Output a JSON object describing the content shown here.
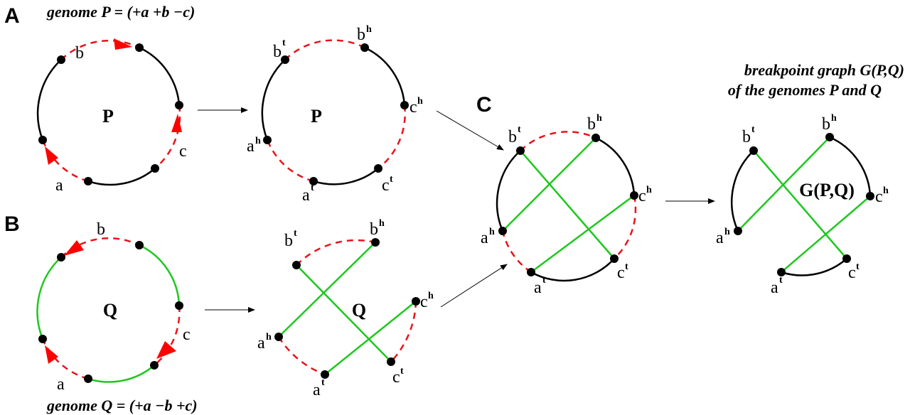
{
  "panels": {
    "a": "A",
    "b": "B",
    "c": "C"
  },
  "titles": {
    "genome_p": "genome P = (+a +b −c)",
    "genome_q": "genome Q = (+a −b +c)",
    "bp_line1": "breakpoint graph G(P,Q)",
    "bp_line2": "of the genomes P and Q"
  },
  "circle_labels": {
    "p": "P",
    "q": "Q",
    "g": "G(P,Q)"
  },
  "genes": {
    "a": "a",
    "b": "b",
    "c": "c"
  },
  "ends": {
    "head": "h",
    "tail": "t"
  },
  "colors": {
    "genome_p_edge": "#e8141a",
    "genome_q_edge": "#1ec81e",
    "gene": "#000000"
  }
}
